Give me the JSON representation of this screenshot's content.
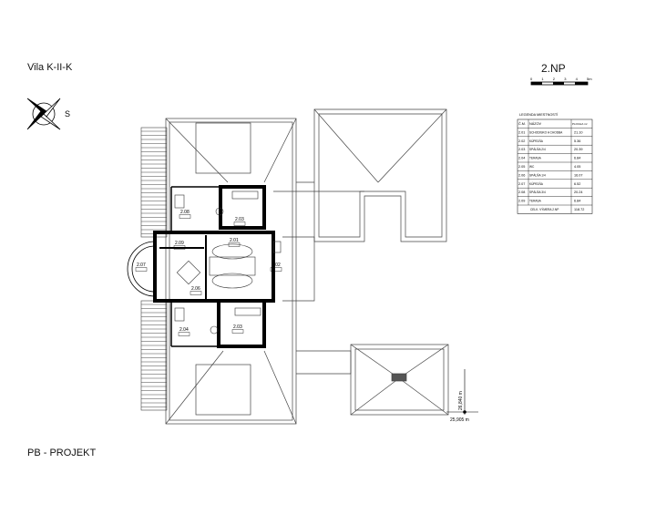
{
  "header": {
    "project_title": "Vila K-II-K",
    "floor": "2.NP"
  },
  "footer": {
    "company": "PB - PROJEKT"
  },
  "compass": {
    "label": "S"
  },
  "scale_bar": {
    "ticks": [
      "0",
      "1",
      "2",
      "3",
      "4",
      "5m"
    ]
  },
  "legend": {
    "title": "LEGENDA MIESTNOSTÍ",
    "headers": [
      "Č.M.",
      "NÁZOV",
      "PLOCHA m²"
    ],
    "rows": [
      [
        "2.01",
        "SCHODISKO A CHODBA",
        "21.10"
      ],
      [
        "2.02",
        "KÚPEĽŇA",
        "5.36"
      ],
      [
        "2.03",
        "SPÁLŇA 2/4",
        "20.39"
      ],
      [
        "2.04",
        "TERASA",
        "6.84"
      ],
      [
        "2.05",
        "WC",
        "4.05"
      ],
      [
        "2.06",
        "SPÁLŇA 1/4",
        "16.07"
      ],
      [
        "2.07",
        "KÚPEĽŇA",
        "6.52"
      ],
      [
        "2.08",
        "SPÁLŇA 3/4",
        "20.24"
      ],
      [
        "2.09",
        "TERASA",
        "6.84"
      ]
    ],
    "total_label": "CELK. VÝMERA 2.NP",
    "total_value": "118.72"
  },
  "rooms": [
    "2.08",
    "2.03",
    "2.09",
    "2.01",
    "2.07",
    "2.02",
    "2.06",
    "2.03",
    "2.04"
  ],
  "dimensions": {
    "width": "25,905 m",
    "height": "26,840 m"
  }
}
